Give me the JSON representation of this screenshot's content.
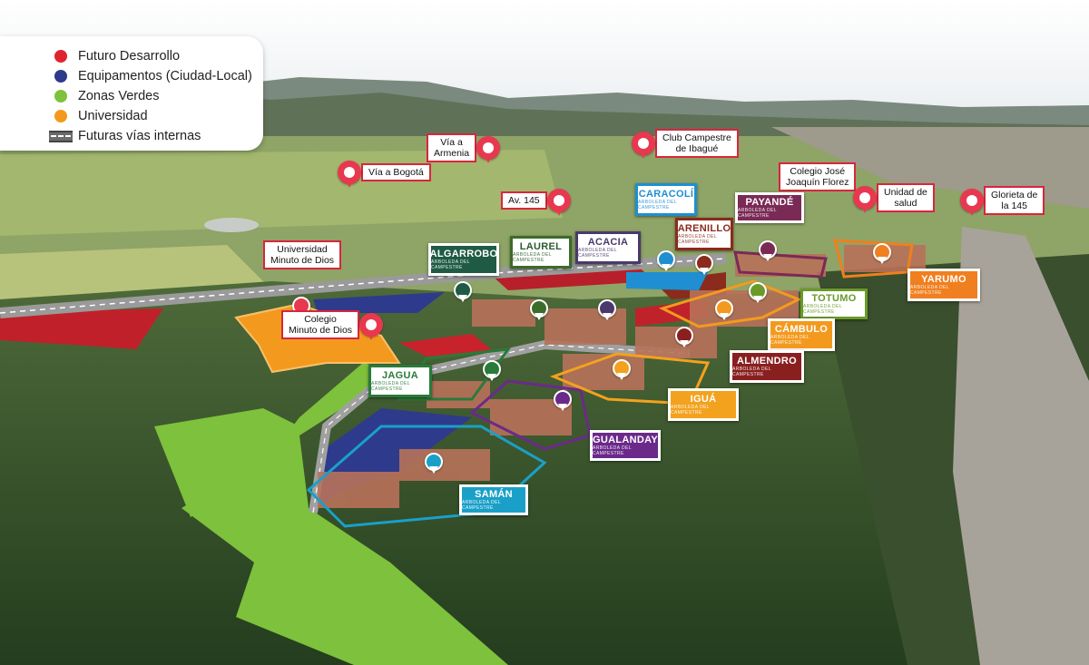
{
  "legend": {
    "items": [
      {
        "label": "Futuro Desarrollo",
        "color": "#e0242f"
      },
      {
        "label": "Equipamentos (Ciudad-Local)",
        "color": "#2e3a8c"
      },
      {
        "label": "Zonas Verdes",
        "color": "#7ec13c"
      },
      {
        "label": "Universidad",
        "color": "#f39a1e"
      }
    ],
    "roads_label": "Futuras vías internas"
  },
  "callouts": {
    "via_bogota": "Vía a Bogotá",
    "via_armenia": [
      "Vía a",
      "Armenia"
    ],
    "club": [
      "Club Campestre",
      "de Ibagué"
    ],
    "av145": "Av. 145",
    "colegio_jose": [
      "Colegio José",
      "Joaquín Florez"
    ],
    "unidad_salud": [
      "Unidad de",
      "salud"
    ],
    "glorieta": [
      "Glorieta de",
      "la 145"
    ],
    "universidad": [
      "Universidad",
      "Minuto de Dios"
    ],
    "colegio_minuto": [
      "Colegio",
      "Minuto de Dios"
    ]
  },
  "projects": {
    "subtitle": "ARBOLEDA DEL CAMPESTRE",
    "caracoli": "CARACOLÍ",
    "payande": "PAYANDÉ",
    "arenillo": "ARENILLO",
    "algarrobo": "ALGARROBO",
    "laurel": "LAUREL",
    "acacia": "ACACIA",
    "yarumo": "YARUMO",
    "totumo": "TOTUMO",
    "cambulo": "CÁMBULO",
    "almendro": "ALMENDRO",
    "jagua": "JAGUA",
    "igua": "IGUÁ",
    "gualanday": "GUALANDAY",
    "saman": "SAMÁN"
  },
  "colors": {
    "callout_red": "#e8384f",
    "caracoli": "#1f8fd1",
    "payande": "#7a2a55",
    "arenillo": "#8a2b1c",
    "algarrobo": "#1f5b44",
    "laurel": "#3d6b2a",
    "acacia": "#4a3a6b",
    "yarumo": "#f07f1f",
    "totumo": "#6a9a2a",
    "cambulo": "#f39a1e",
    "almendro": "#8a1f1f",
    "jagua": "#2a7a3a",
    "igua": "#f3a21e",
    "gualanday": "#6b2a8a",
    "saman": "#1aa0c8"
  }
}
